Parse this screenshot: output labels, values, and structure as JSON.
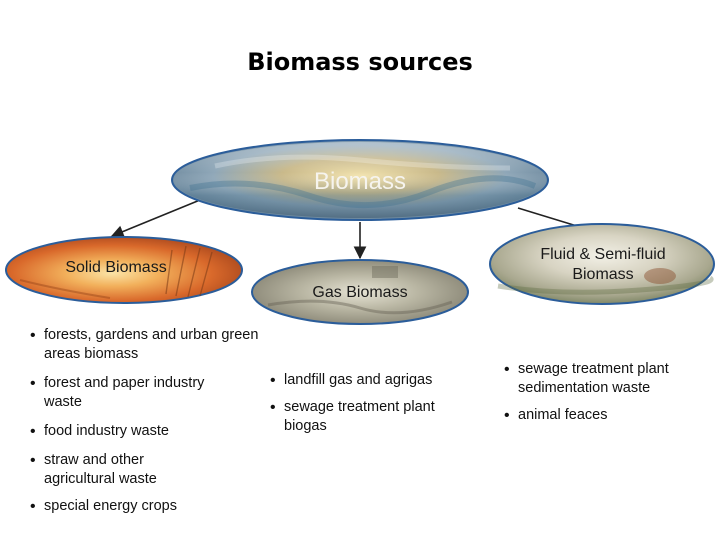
{
  "title": "Biomass sources",
  "root": {
    "label": "Biomass"
  },
  "nodes": [
    {
      "label": "Solid Biomass",
      "items": [
        "forests, gardens and urban green areas biomass",
        "forest and paper industry waste",
        "food industry waste",
        "straw and other agricultural waste",
        "special energy crops"
      ]
    },
    {
      "label": "Gas Biomass",
      "items": [
        "landfill gas and agrigas",
        "sewage treatment plant biogas"
      ]
    },
    {
      "label": "Fluid & Semi-fluid Biomass",
      "items": [
        "sewage treatment plant sedimentation waste",
        "animal feaces"
      ]
    }
  ]
}
